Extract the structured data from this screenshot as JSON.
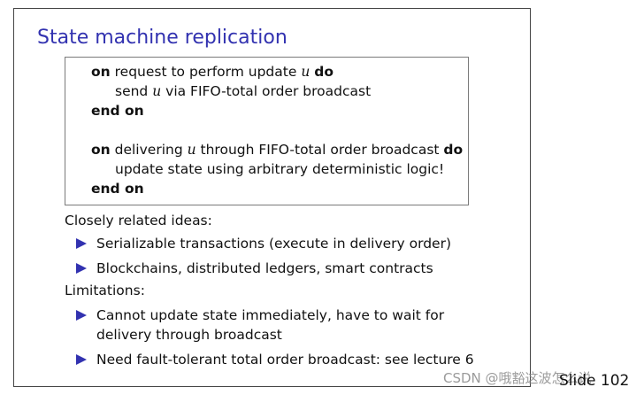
{
  "title": "State machine replication",
  "code": {
    "block1": {
      "kw_on": "on",
      "text_a": "request to perform update",
      "var": "u",
      "kw_do": "do",
      "send_a": "send",
      "send_var": "u",
      "send_b": "via FIFO-total order broadcast",
      "end": "end on"
    },
    "block2": {
      "kw_on": "on",
      "text_a": "delivering",
      "var": "u",
      "text_b": "through FIFO-total order broadcast",
      "kw_do": "do",
      "update": "update state using arbitrary deterministic logic!",
      "end": "end on"
    }
  },
  "related": {
    "heading": "Closely related ideas:",
    "items": [
      "Serializable transactions (execute in delivery order)",
      "Blockchains, distributed ledgers, smart contracts"
    ]
  },
  "limitations": {
    "heading": "Limitations:",
    "items": [
      {
        "line1": "Cannot update state immediately, have to wait for",
        "line2": "delivery through broadcast"
      },
      {
        "line1": "Need fault-tolerant total order broadcast: see lecture 6"
      }
    ]
  },
  "slide_number": "Slide 102",
  "watermark": "CSDN @哦豁这波怎么说",
  "colors": {
    "title": "#3232b0",
    "bullet": "#3232b0"
  }
}
